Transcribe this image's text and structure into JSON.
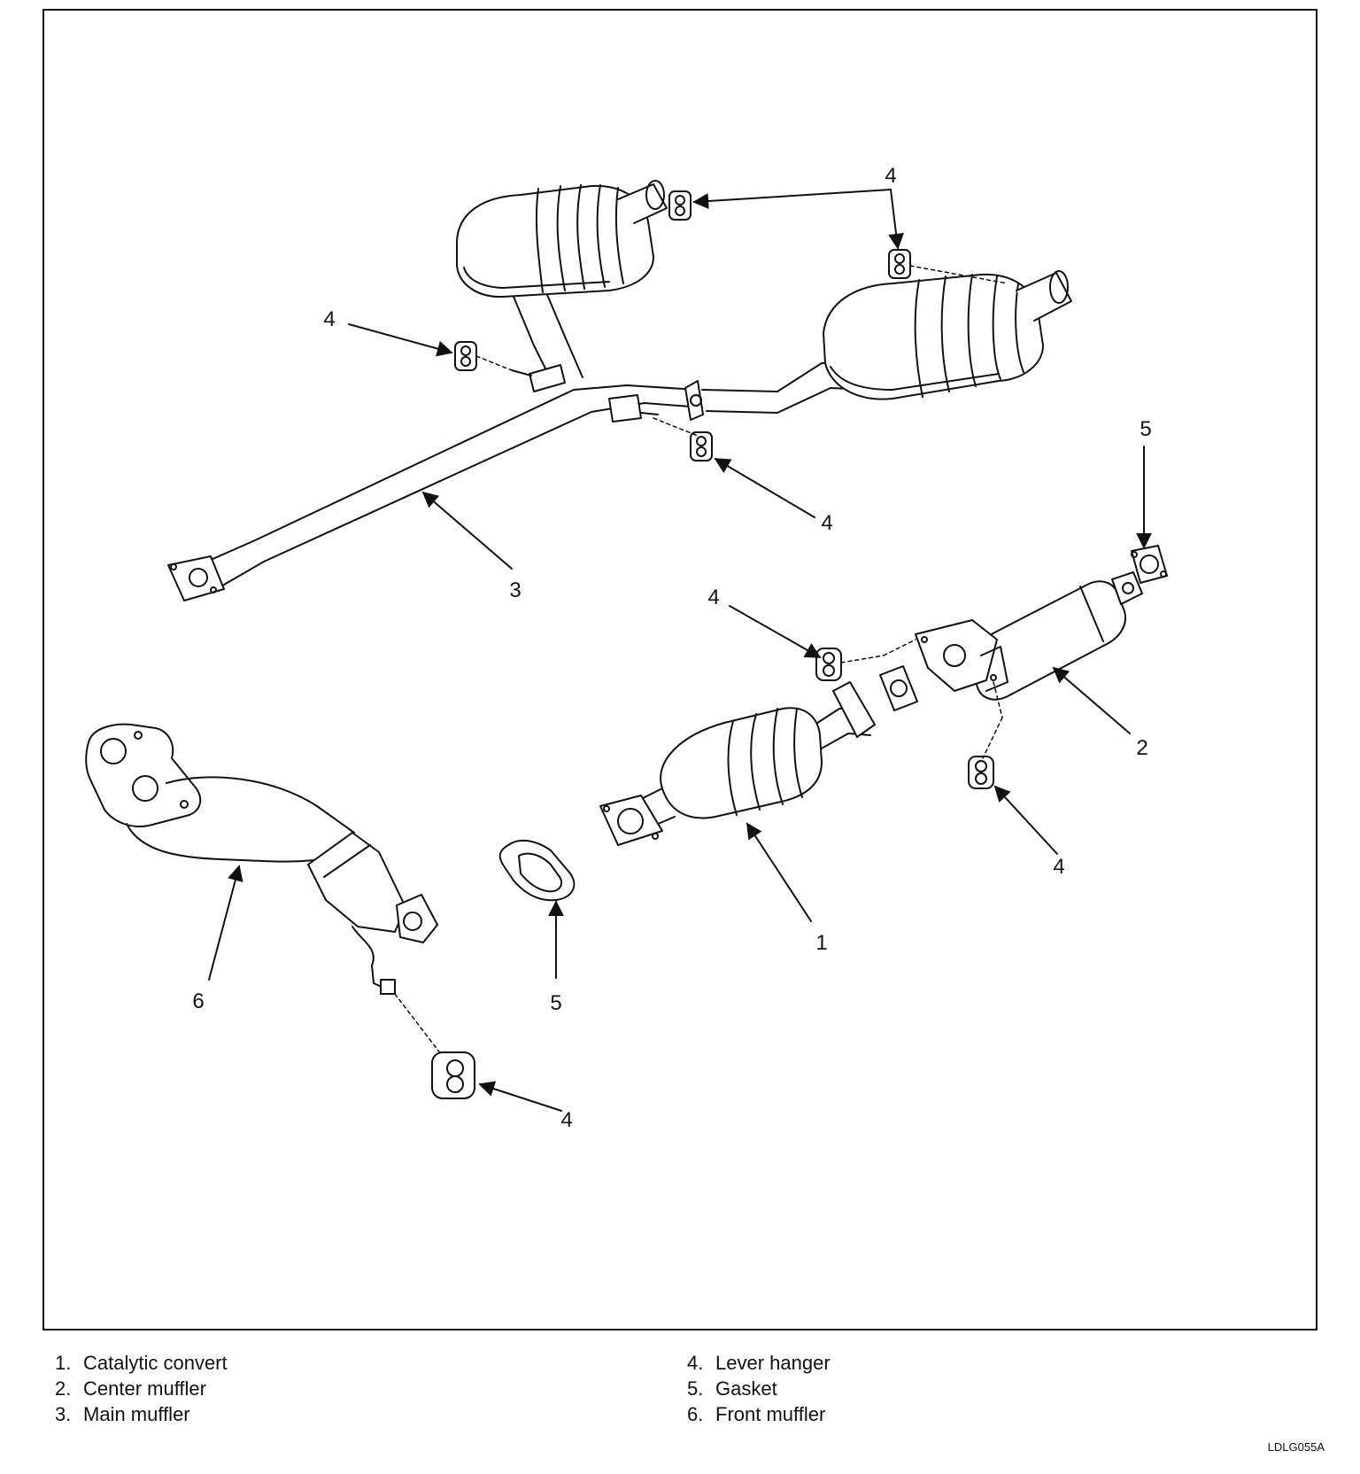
{
  "callouts": {
    "c1": "1",
    "c2": "2",
    "c3": "3",
    "c4a": "4",
    "c4b": "4",
    "c4c": "4",
    "c4d": "4",
    "c4e": "4",
    "c4f": "4",
    "c5a": "5",
    "c5b": "5",
    "c6": "6"
  },
  "legend": {
    "left": [
      {
        "num": "1.",
        "label": "Catalytic convert"
      },
      {
        "num": "2.",
        "label": "Center muffler"
      },
      {
        "num": "3.",
        "label": "Main muffler"
      }
    ],
    "right": [
      {
        "num": "4.",
        "label": "Lever hanger"
      },
      {
        "num": "5.",
        "label": "Gasket"
      },
      {
        "num": "6.",
        "label": "Front muffler"
      }
    ]
  },
  "figure_code": "LDLG055A",
  "colors": {
    "line": "#111111",
    "fill": "#ffffff",
    "shade": "#dddddd"
  }
}
